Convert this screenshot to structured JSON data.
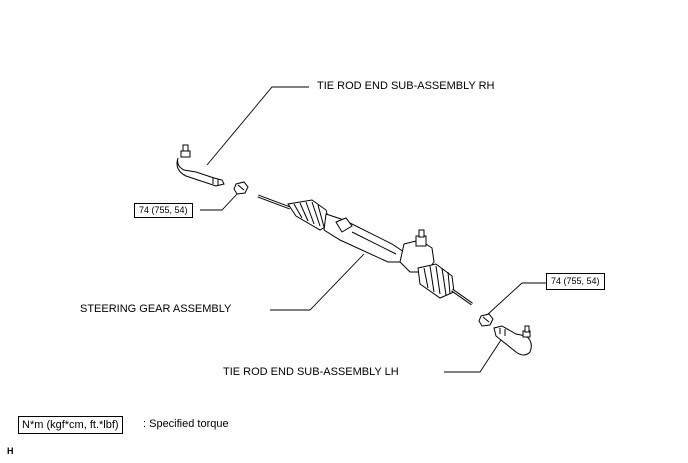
{
  "labels": {
    "tie_rod_rh": "TIE ROD END SUB-ASSEMBLY RH",
    "steering_gear": "STEERING GEAR ASSEMBLY",
    "tie_rod_lh": "TIE ROD END SUB-ASSEMBLY LH"
  },
  "torque": {
    "rh_nut": "74 (755, 54)",
    "lh_nut": "74 (755, 54)"
  },
  "legend": {
    "unit_box": "N*m (kgf*cm, ft.*lbf)",
    "description": ": Specified torque"
  },
  "footer_code": "H"
}
